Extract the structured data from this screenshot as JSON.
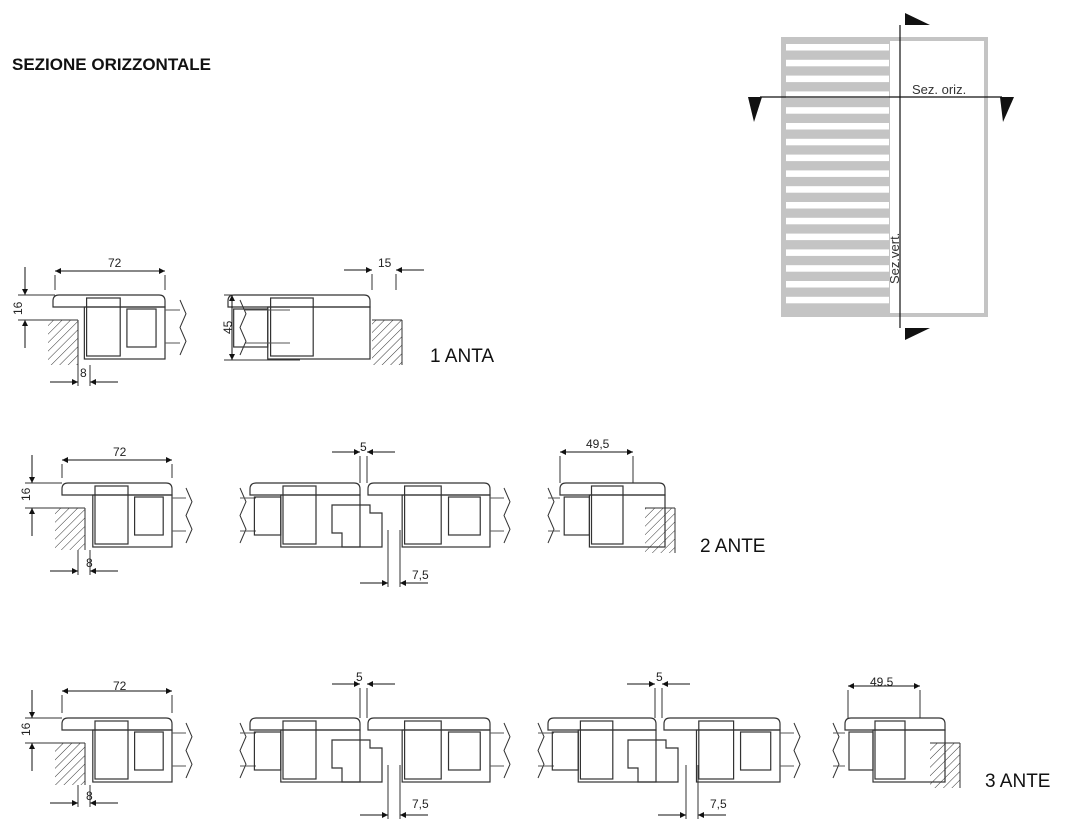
{
  "title": "SEZIONE ORIZZONTALE",
  "key_plan": {
    "horizontal_label": "Sez. oriz.",
    "vertical_label": "Sez.vert."
  },
  "rows": [
    {
      "label": "1 ANTA",
      "dims": {
        "width": "72",
        "height": "16",
        "gap": "8",
        "thickness": "45",
        "overlap": "15"
      }
    },
    {
      "label": "2 ANTE",
      "dims": {
        "width": "72",
        "height": "16",
        "gap": "8",
        "center": "5",
        "offset": "7,5",
        "right_width": "49,5"
      }
    },
    {
      "label": "3 ANTE",
      "dims": {
        "width": "72",
        "height": "16",
        "gap": "8",
        "center1": "5",
        "offset1": "7,5",
        "center2": "5",
        "offset2": "7,5",
        "right_width": "49.5"
      }
    }
  ],
  "colors": {
    "line": "#333333",
    "keyplan": "#c4c4c4",
    "dimtext": "#222222"
  }
}
